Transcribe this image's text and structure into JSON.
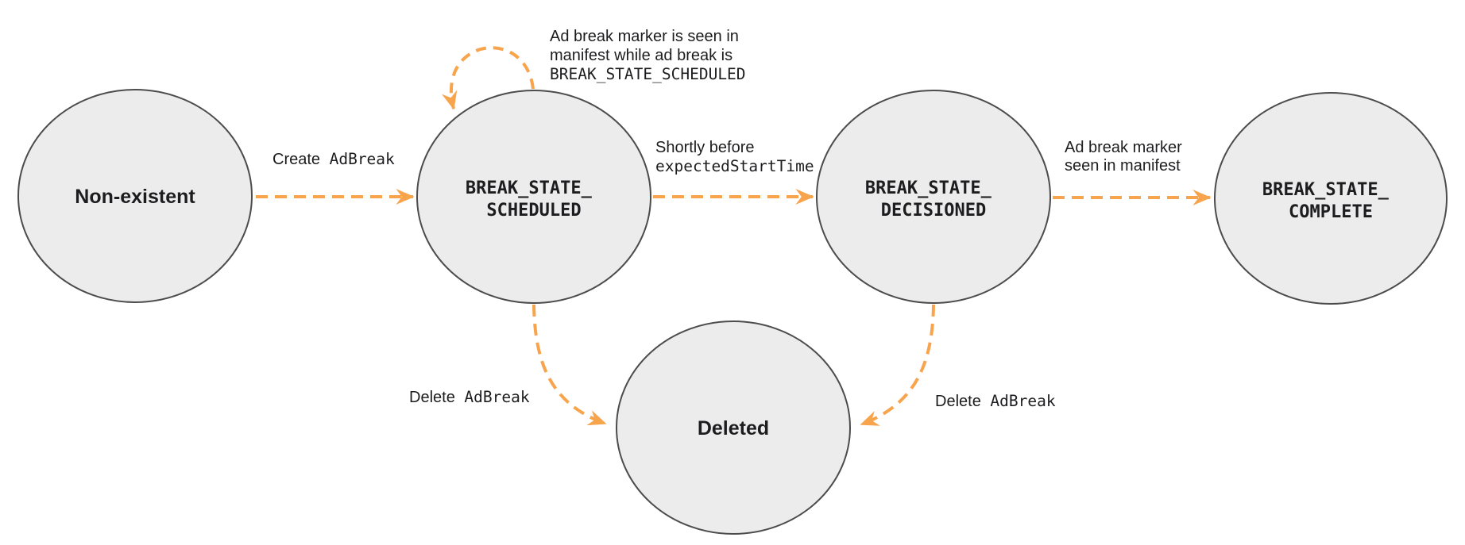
{
  "diagram": {
    "colors": {
      "arrow_orange": "#F8A44D",
      "node_fill": "#ECECEC",
      "node_border": "#4C4C4C",
      "text": "#1D1D1F"
    },
    "nodes": {
      "non_existent": {
        "label": "Non-existent"
      },
      "scheduled": {
        "line1": "BREAK_STATE_",
        "line2": "SCHEDULED"
      },
      "decisioned": {
        "line1": "BREAK_STATE_",
        "line2": "DECISIONED"
      },
      "complete": {
        "line1": "BREAK_STATE_",
        "line2": "COMPLETE"
      },
      "deleted": {
        "label": "Deleted"
      }
    },
    "edges": {
      "create_adbreak": {
        "text": "Create",
        "code": "AdBreak"
      },
      "self_loop_scheduled": {
        "line1": "Ad break marker is seen in",
        "line2": "manifest while ad break is",
        "line3_code": "BREAK_STATE_SCHEDULED"
      },
      "shortly_before": {
        "line1": "Shortly before",
        "line2_code": "expectedStartTime"
      },
      "marker_seen": {
        "line1": "Ad break marker",
        "line2": "seen in manifest"
      },
      "delete_adbreak_left": {
        "text": "Delete",
        "code": "AdBreak"
      },
      "delete_adbreak_right": {
        "text": "Delete",
        "code": "AdBreak"
      }
    }
  }
}
